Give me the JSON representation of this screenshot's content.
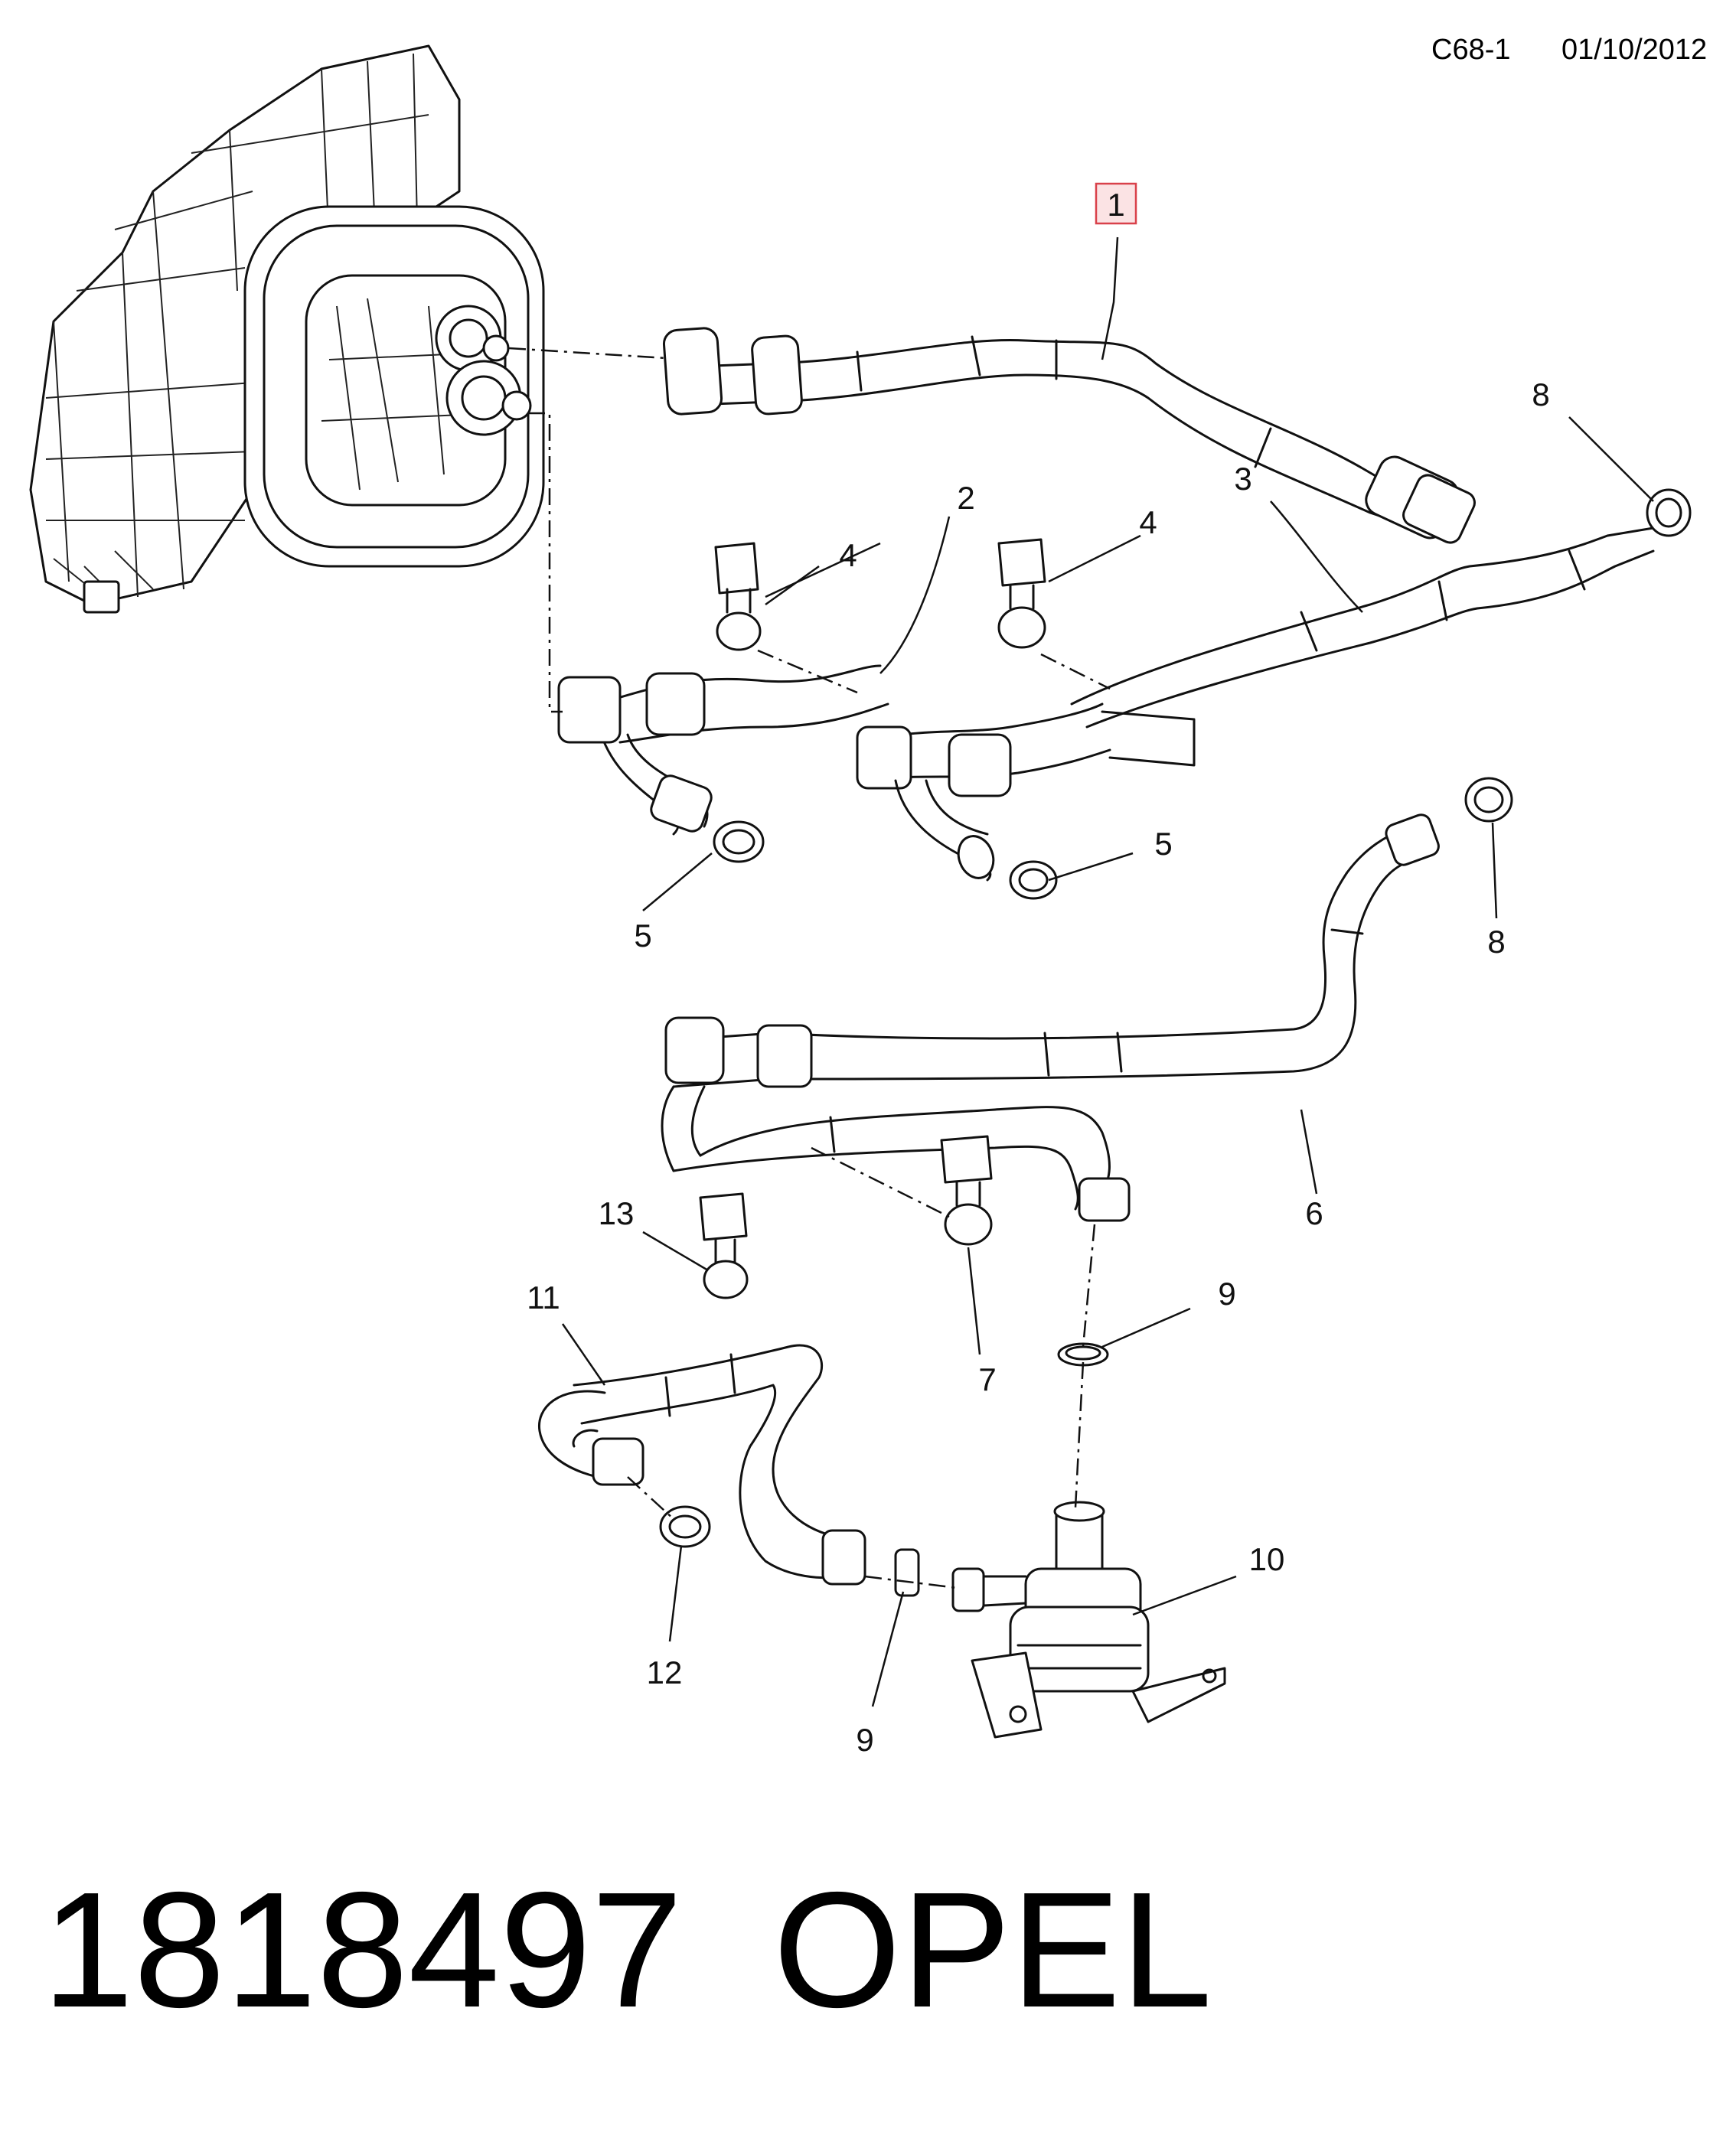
{
  "header": {
    "code": "C68-1",
    "date": "01/10/2012"
  },
  "footer": {
    "part_number": "1818497",
    "brand": "OPEL"
  },
  "highlight_color": "#d9414a",
  "callouts": {
    "c1": "1",
    "c2": "2",
    "c3": "3",
    "c4a": "4",
    "c4b": "4",
    "c5a": "5",
    "c5b": "5",
    "c6": "6",
    "c7": "7",
    "c8a": "8",
    "c8b": "8",
    "c9a": "9",
    "c9b": "9",
    "c10": "10",
    "c11": "11",
    "c12": "12",
    "c13": "13"
  }
}
